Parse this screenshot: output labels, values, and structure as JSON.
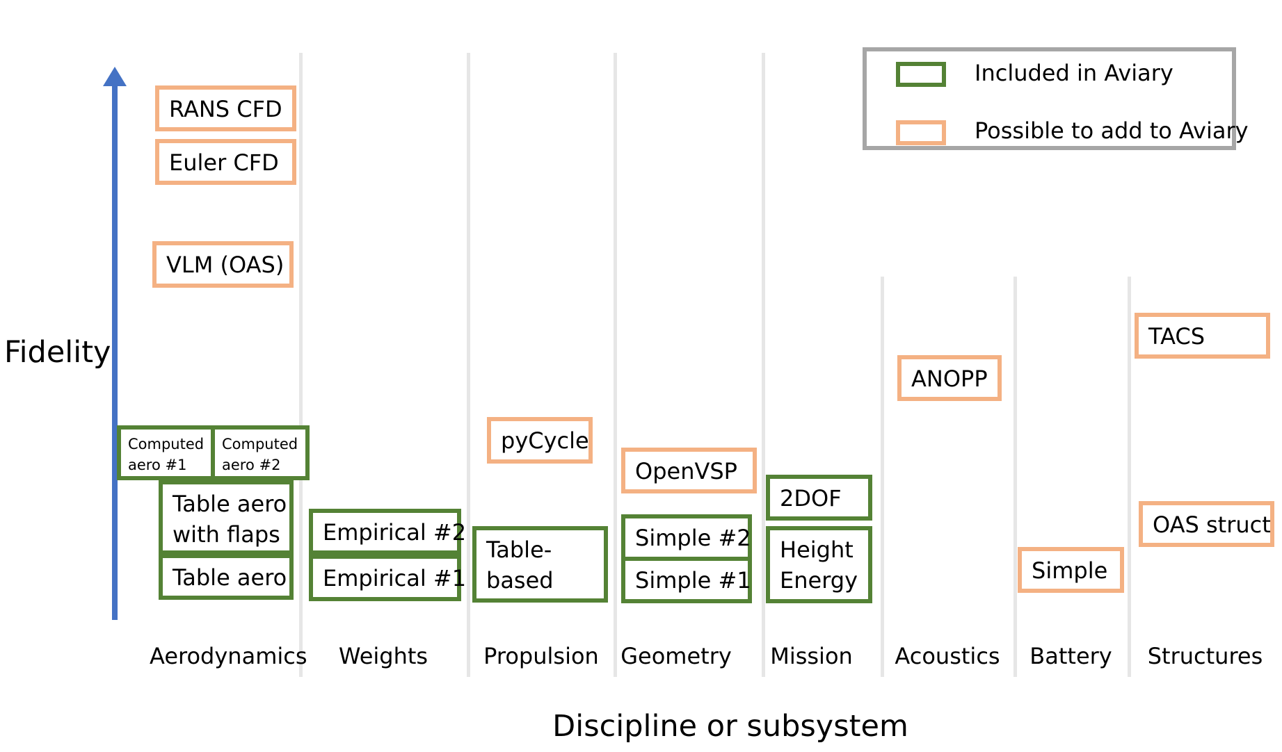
{
  "axes": {
    "y_label": "Fidelity",
    "x_label": "Discipline or subsystem"
  },
  "legend": {
    "included": "Included in Aviary",
    "possible": "Possible to add to Aviary"
  },
  "colors": {
    "included": "#548235",
    "possible": "#f4b183",
    "arrow": "#4472c4",
    "legend_border": "#a6a6a6",
    "divider": "#e6e6e6"
  },
  "disciplines": [
    "Aerodynamics",
    "Weights",
    "Propulsion",
    "Geometry",
    "Mission",
    "Acoustics",
    "Battery",
    "Structures"
  ],
  "aerodynamics": {
    "rans_cfd": "RANS CFD",
    "euler_cfd": "Euler CFD",
    "vlm": "VLM (OAS)",
    "computed1_line1": "Computed",
    "computed1_line2": "aero #1",
    "computed2_line1": "Computed",
    "computed2_line2": "aero #2",
    "table_flaps_line1": "Table aero",
    "table_flaps_line2": "with flaps",
    "table_aero": "Table aero"
  },
  "weights": {
    "empirical2": "Empirical #2",
    "empirical1": "Empirical #1"
  },
  "propulsion": {
    "pycycle": "pyCycle",
    "table_line1": "Table-",
    "table_line2": "based"
  },
  "geometry": {
    "openvsp": "OpenVSP",
    "simple2": "Simple #2",
    "simple1": "Simple #1"
  },
  "mission": {
    "twodof": "2DOF",
    "height_line1": "Height",
    "height_line2": "Energy"
  },
  "acoustics": {
    "anopp": "ANOPP"
  },
  "battery": {
    "simple": "Simple"
  },
  "structures": {
    "tacs": "TACS",
    "oas_struct": "OAS struct"
  }
}
